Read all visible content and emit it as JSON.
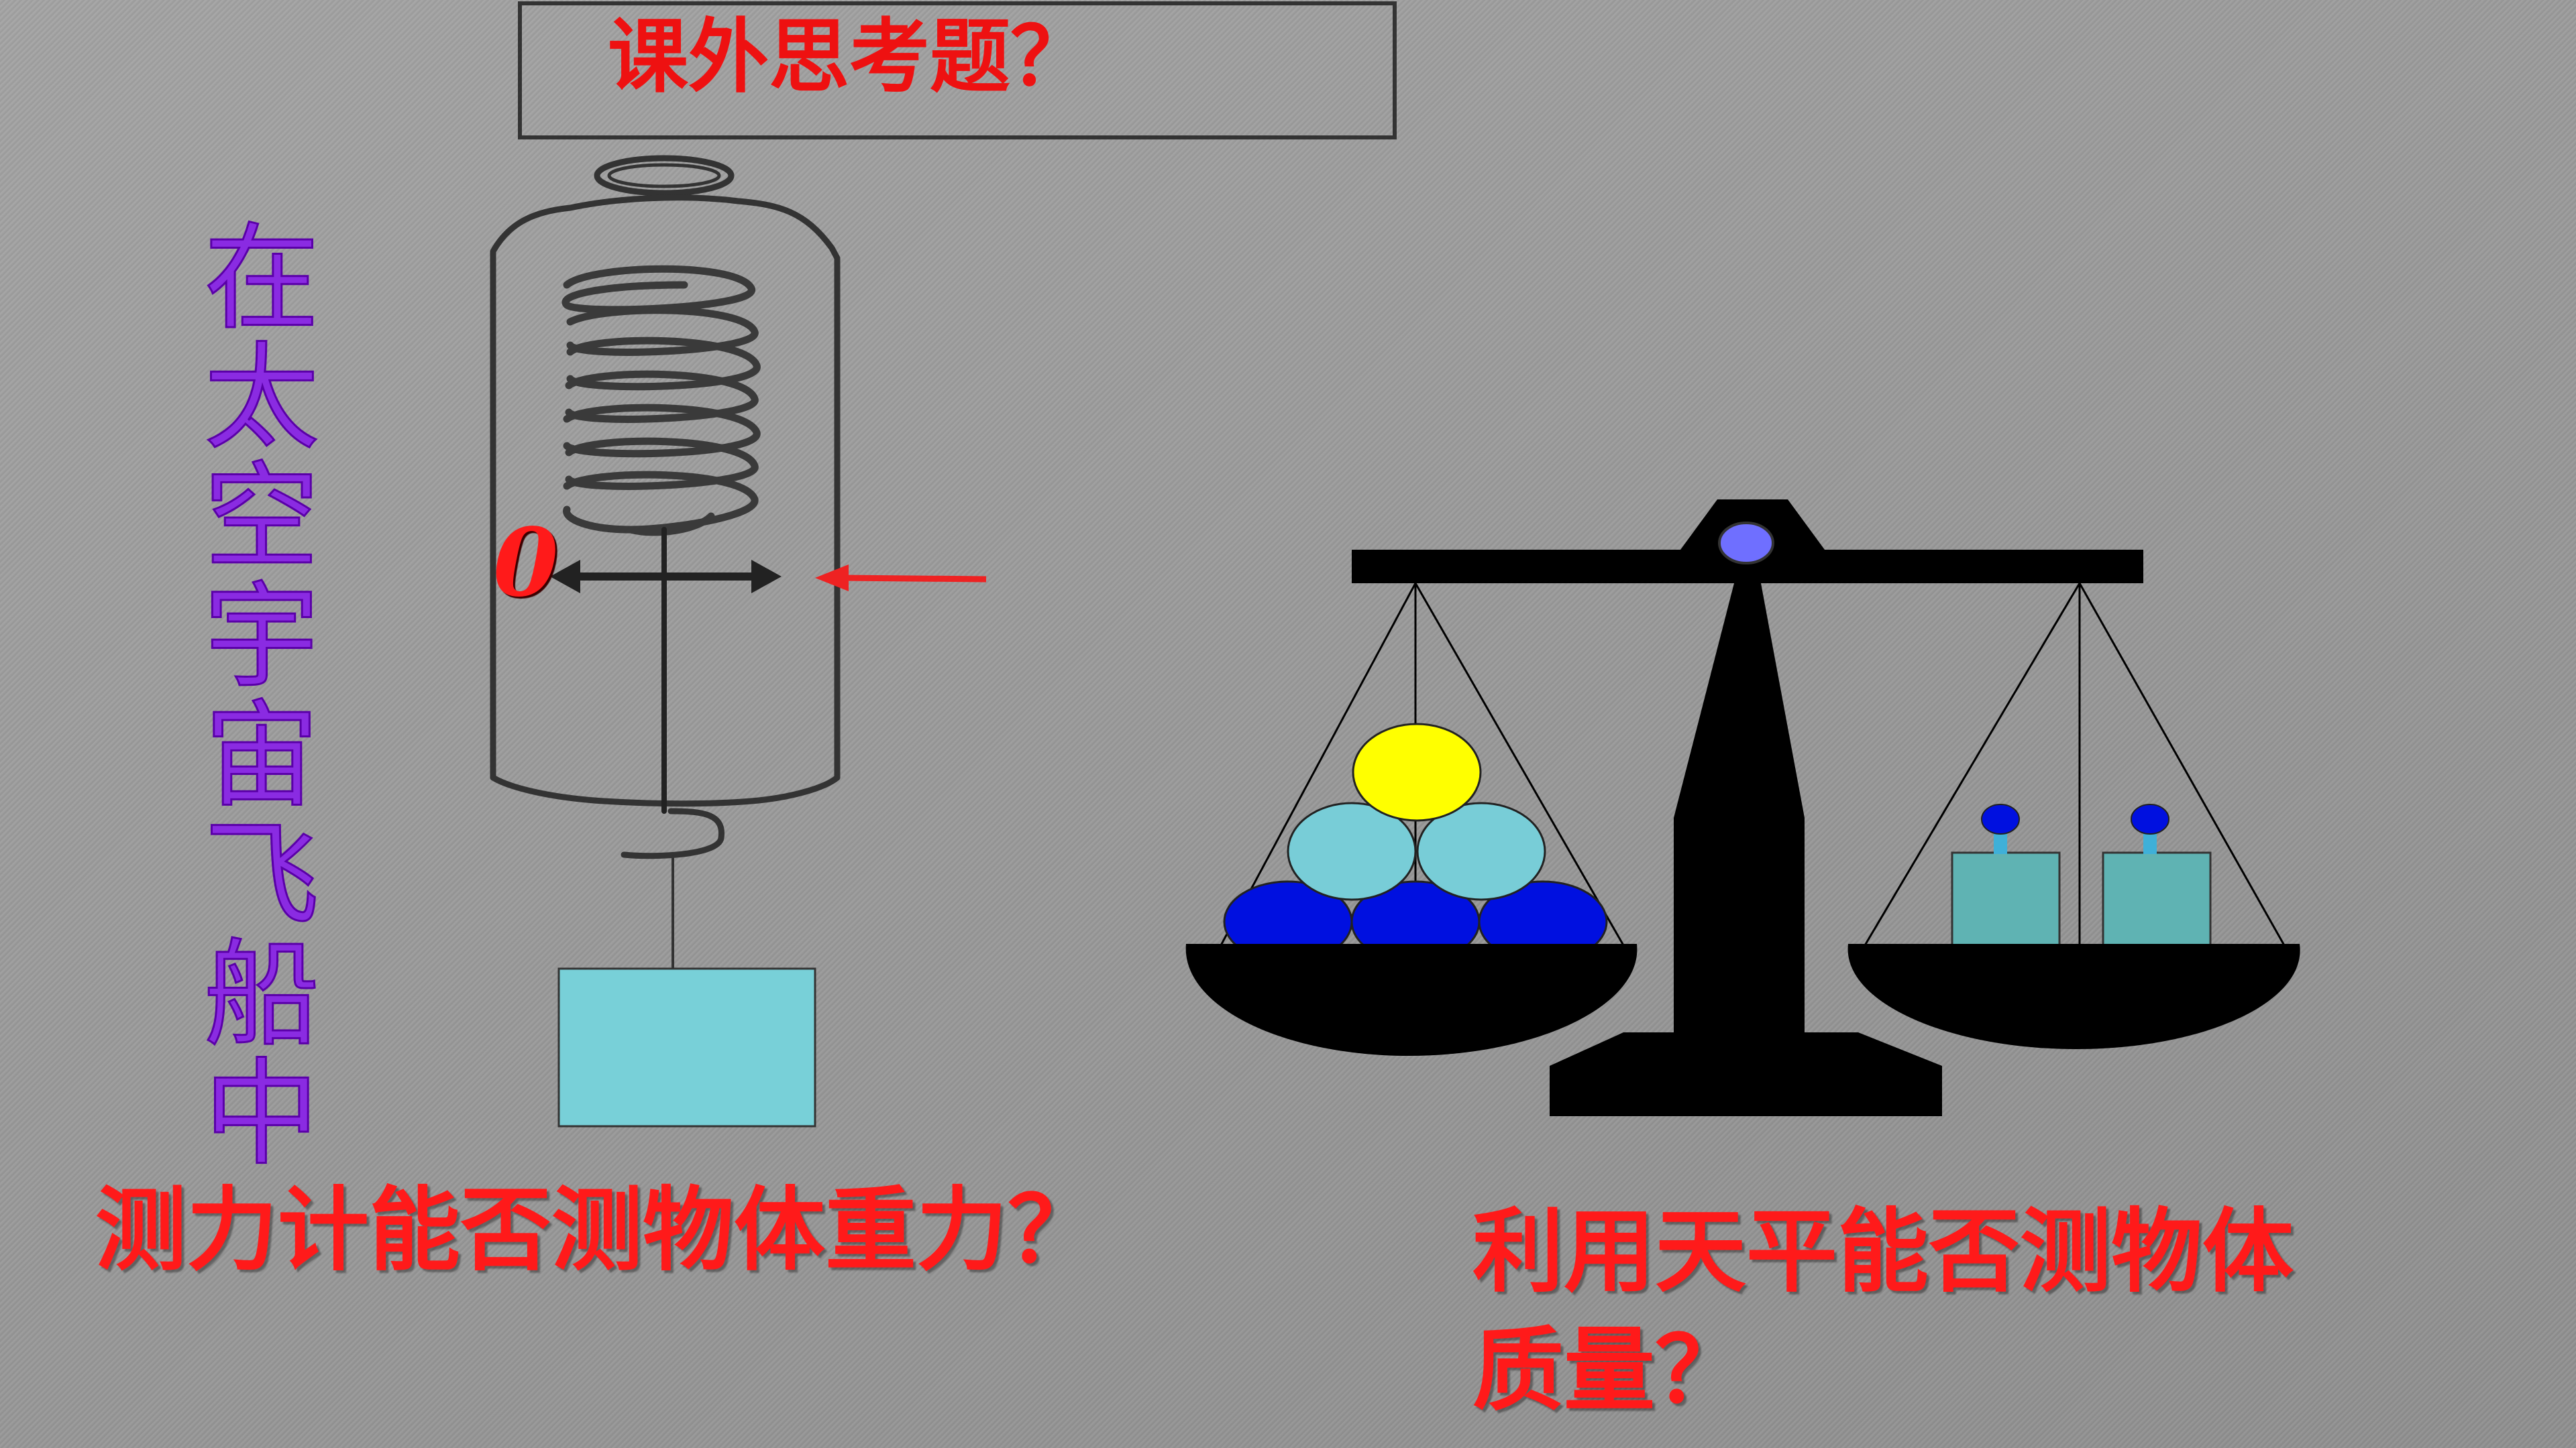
{
  "title": "课外思考题？",
  "vertical_caption": [
    "在",
    "太",
    "空",
    "宇",
    "宙",
    "飞",
    "船",
    "中"
  ],
  "scale_zero_label": "0",
  "question_spring_scale": "测力计能否测物体重力？",
  "question_balance_line1": "利用天平能否测物体",
  "question_balance_line2": "质量？",
  "colors": {
    "background": "#9a9a9a",
    "text_red": "#ff1a1a",
    "caption_purple": "#8a2be2",
    "weight_block": "#78d0d8",
    "ball_yellow": "#ffff00",
    "ball_cyan": "#78cdd7",
    "ball_blue": "#0010e0",
    "balance_black": "#000000",
    "pivot_blue": "#6f6fff",
    "mass_teal": "#5fb3b3"
  },
  "icons": [
    "spring-scale-icon",
    "balance-scale-icon",
    "arrow-icon"
  ]
}
